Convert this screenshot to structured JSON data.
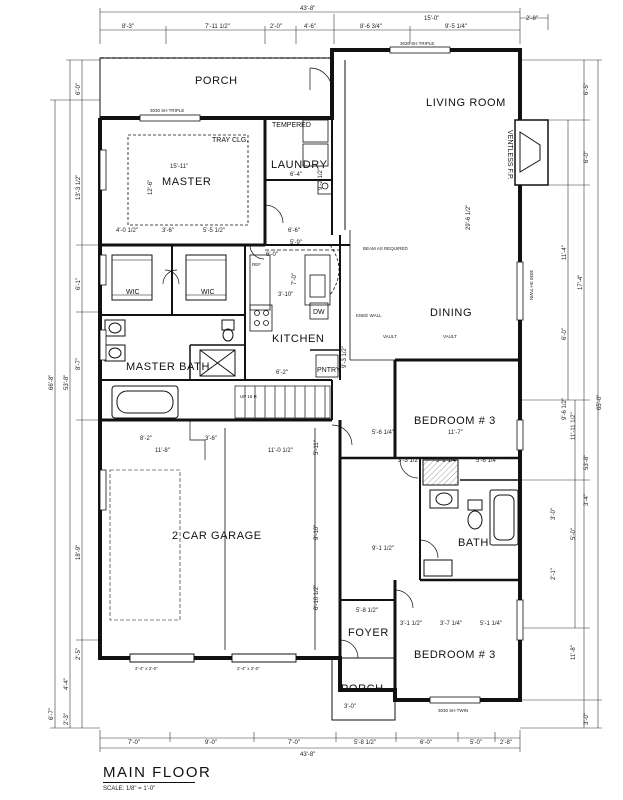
{
  "plan": {
    "title": "MAIN FLOOR",
    "scale": "SCALE: 1/8\" = 1'-0\"",
    "rooms": {
      "porch_top": "PORCH",
      "living_room": "LIVING ROOM",
      "master": "MASTER",
      "laundry": "LAUNDRY",
      "wic_left": "WIC",
      "wic_right": "WIC",
      "master_bath": "MASTER BATH",
      "kitchen": "KITCHEN",
      "pntry": "PNTRY",
      "dining": "DINING",
      "bedroom_top": "BEDROOM # 3",
      "garage": "2 CAR GARAGE",
      "bath": "BATH",
      "foyer": "FOYER",
      "bedroom_bottom": "BEDROOM # 3",
      "porch_bottom": "PORCH"
    },
    "notes": {
      "tray_clg": "TRAY CLG.",
      "tempered": "TEMPERED",
      "ventless_fp": "VENTLESS F.P.",
      "beam": "BEAM AS REQUIRED",
      "knee_wall": "KNEE WALL",
      "vault_left": "VAULT",
      "vault_right": "VAULT",
      "up_stairs": "UP 16 R",
      "dw": "DW",
      "ref": "REF",
      "window_top_left": "3030 SH TRIPLE",
      "window_top_right": "3030 SH TRIPLE",
      "window_right": "3030 SH TWIN",
      "window_bottom": "3030 SH TWIN"
    },
    "dimensions": {
      "top_total": "43'-8\"",
      "top_right_group": "15'-0\"",
      "top_right_edge": "2'-8\"",
      "top_1": "8'-3\"",
      "top_2": "7'-11 1/2\"",
      "top_3": "2'-0\"",
      "top_4": "4'-6\"",
      "top_5": "8'-6 3/4\"",
      "top_6": "9'-5 1/4\"",
      "bottom_total": "43'-8\"",
      "bottom_1": "7'-0\"",
      "bottom_2": "9'-0\"",
      "bottom_3": "7'-0\"",
      "bottom_4": "5'-8 1/2\"",
      "bottom_5": "6'-0\"",
      "bottom_6": "5'-0\"",
      "bottom_7": "2'-8\"",
      "left_total": "66'-8\"",
      "left_inner": "53'-8\"",
      "left_porch": "6'-0\"",
      "left_master": "13'-3 1/2\"",
      "left_wic": "6'-1\"",
      "left_bath": "8'-7\"",
      "left_garage": "18'-9\"",
      "left_garage_b": "2'-5\"",
      "left_bottom_a": "4'-4\"",
      "left_bottom_b": "6'-7\"",
      "left_bottom_c": "2'-3\"",
      "right_total": "65'-0\"",
      "right_inner": "53'-8\"",
      "right_1": "6'-5\"",
      "right_2": "6'-0\"",
      "right_3": "17'-4\"",
      "right_4": "11'-4\"",
      "right_5": "6'-0\"",
      "right_6": "11'-11 1/2\"",
      "right_7": "9'-6 1/2\"",
      "right_8": "3'-4\"",
      "right_9": "5'-0\"",
      "right_10": "3'-0\"",
      "right_11": "2'-1\"",
      "right_12": "11'-8\"",
      "right_13": "3'-0\"",
      "master_w": "15'-11\"",
      "master_h": "12'-6\"",
      "master_a": "4'-0 1/2\"",
      "master_b": "3'-6\"",
      "master_c": "5'-5 1/2\"",
      "laundry_w": "6'-4\"",
      "laundry_h": "9'-2 1/2\"",
      "living_h": "29'-6 1/2\"",
      "kitchen_a": "6'-6\"",
      "kitchen_b": "5'-9\"",
      "kitchen_c": "6'-0\"",
      "kitchen_d": "3'-10\"",
      "kitchen_e": "7'-0\"",
      "kitchen_f": "9'-3 1/2\"",
      "kitchen_g": "6'-2\"",
      "garage_w1": "11'-8\"",
      "garage_w2": "11'-0 1/2\"",
      "garage_a": "8'-2\"",
      "garage_b": "3'-6\"",
      "garage_c": "9'-10\"",
      "garage_d": "6'-10 1/2\"",
      "garage_e": "5'-11\"",
      "bed_top_w": "11'-7\"",
      "bed_top_a": "5'-6 1/4\"",
      "bath_a": "3'-3 1/2\"",
      "bath_b": "3'-2 1/4\"",
      "bath_c": "5'-6 1/4\"",
      "bath_d": "9'-1 1/2\"",
      "foyer_a": "5'-8 1/2\"",
      "bed_bot_a": "3'-1 1/2\"",
      "bed_bot_b": "3'-7 1/4\"",
      "bed_bot_c": "5'-1 1/4\"",
      "porch_bot": "3'-0\"",
      "garage_door_1": "2'-4\" x 2'-0\"",
      "garage_door_2": "2'-4\" x 2'-0\""
    }
  }
}
